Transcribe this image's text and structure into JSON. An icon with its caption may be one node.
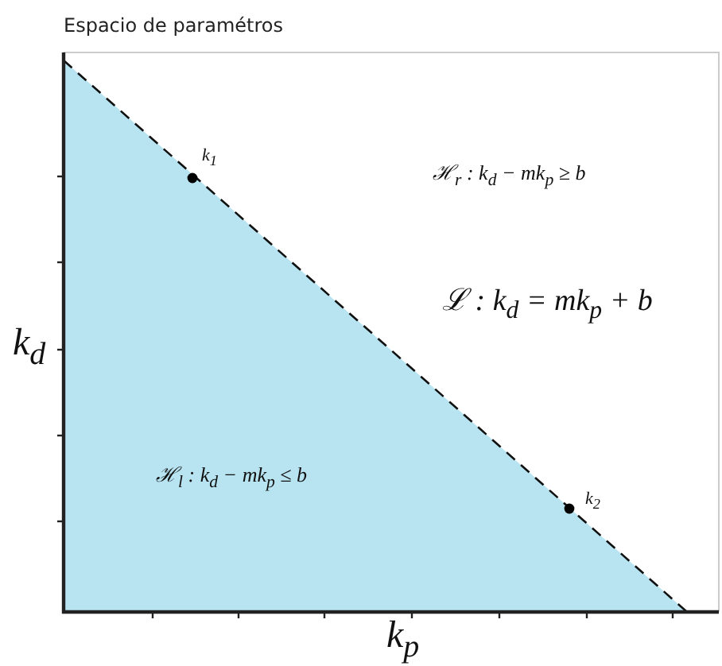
{
  "diagram": {
    "title": "Espacio de paramétros",
    "labels": [
      "k$_{1}$",
      "ℋ$_{r}$ : k$_{d}$ − mk$_{p}$ ≥ b",
      "ℒ : k$_{d}$ = mk$_{p}$ + b",
      "k$_{d}$",
      "ℋ$_{l}$ : k$_{d}$ − mk$_{p}$ ≤ b",
      "k$_{2}$",
      "k$_{p}$"
    ]
  }
}
